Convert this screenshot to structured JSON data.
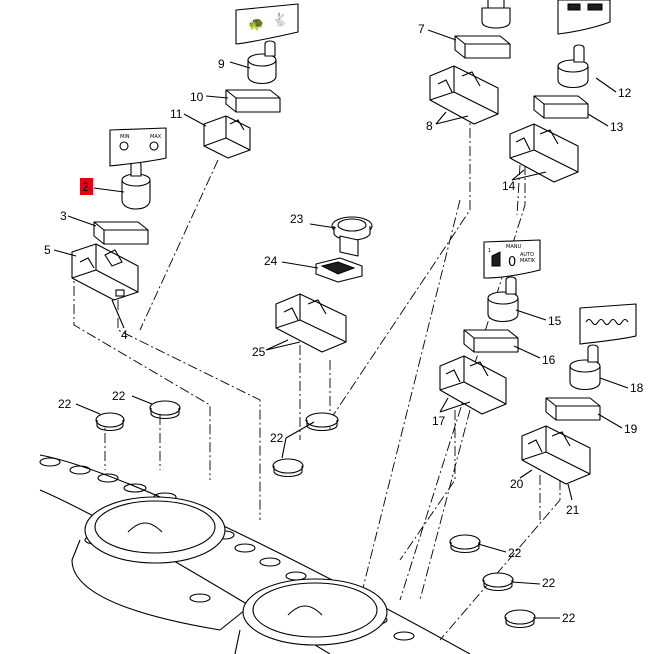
{
  "callouts": [
    {
      "id": "c2",
      "text": "2",
      "highlighted": true
    },
    {
      "id": "c3",
      "text": "3"
    },
    {
      "id": "c4",
      "text": "4"
    },
    {
      "id": "c5",
      "text": "5"
    },
    {
      "id": "c7",
      "text": "7"
    },
    {
      "id": "c8",
      "text": "8"
    },
    {
      "id": "c9",
      "text": "9"
    },
    {
      "id": "c10",
      "text": "10"
    },
    {
      "id": "c11",
      "text": "11"
    },
    {
      "id": "c12",
      "text": "12"
    },
    {
      "id": "c13",
      "text": "13"
    },
    {
      "id": "c14",
      "text": "14"
    },
    {
      "id": "c15",
      "text": "15"
    },
    {
      "id": "c16",
      "text": "16"
    },
    {
      "id": "c17",
      "text": "17"
    },
    {
      "id": "c18",
      "text": "18"
    },
    {
      "id": "c19",
      "text": "19"
    },
    {
      "id": "c20",
      "text": "20"
    },
    {
      "id": "c21",
      "text": "21"
    },
    {
      "id": "c22a",
      "text": "22"
    },
    {
      "id": "c22b",
      "text": "22"
    },
    {
      "id": "c22c",
      "text": "22"
    },
    {
      "id": "c22d",
      "text": "22"
    },
    {
      "id": "c22e",
      "text": "22"
    },
    {
      "id": "c22f",
      "text": "22"
    },
    {
      "id": "c23",
      "text": "23"
    },
    {
      "id": "c24",
      "text": "24"
    },
    {
      "id": "c25",
      "text": "25"
    }
  ],
  "decals": {
    "min_max": {
      "min": "MIN",
      "max": "MAX"
    },
    "auto": {
      "top": "MANU",
      "zero": "0",
      "auto": "AUTO",
      "mode": "MATIK",
      "one": "1"
    }
  },
  "colors": {
    "highlight": "#e8000f",
    "line": "#000000"
  }
}
